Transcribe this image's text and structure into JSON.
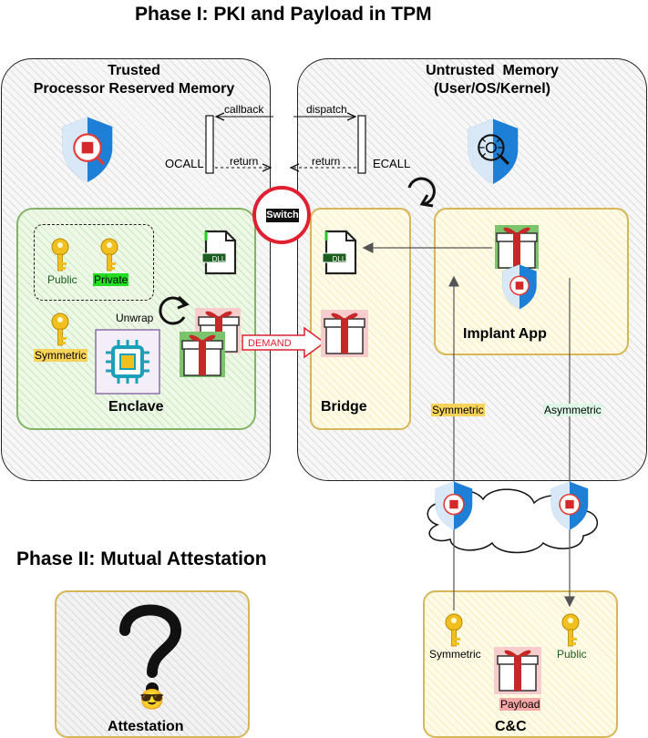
{
  "phase1": {
    "title": "Phase I: PKI and Payload in TPM"
  },
  "phase2": {
    "title": "Phase II: Mutual Attestation"
  },
  "trusted": {
    "title_line1": "Trusted",
    "title_line2": "Processor Reserved Memory"
  },
  "untrusted": {
    "title_line1": "Untrusted  Memory",
    "title_line2": "(User/OS/Kernel)"
  },
  "calls": {
    "callback": "callback",
    "dispatch": "dispatch",
    "return_left": "return",
    "return_right": "return",
    "ocall": "OCALL",
    "ecall": "ECALL",
    "switch": "Switch"
  },
  "enclave": {
    "label": "Enclave",
    "public": "Public",
    "private": "Private",
    "symmetric": "Symmetric",
    "unwrap": "Unwrap",
    "dll": "DLL"
  },
  "demand": "DEMAND",
  "bridge": {
    "label": "Bridge",
    "dll": "DLL"
  },
  "implant": {
    "label": "Implant App"
  },
  "channels": {
    "symmetric": "Symmetric",
    "asymmetric": "Asymmetric"
  },
  "attestation": {
    "label": "Attestation",
    "emoji": "😎"
  },
  "cc": {
    "label": "C&C",
    "symmetric": "Symmetric",
    "public": "Public",
    "payload": "Payload"
  },
  "colors": {
    "trusted_border": "#111111",
    "enclave_border": "#82b366",
    "bridge_border": "#d6b656",
    "switch_ring": "#e02030",
    "shield_blue": "#1d7fd6",
    "key_gold": "#f2c01e",
    "gift_red": "#c62828"
  }
}
